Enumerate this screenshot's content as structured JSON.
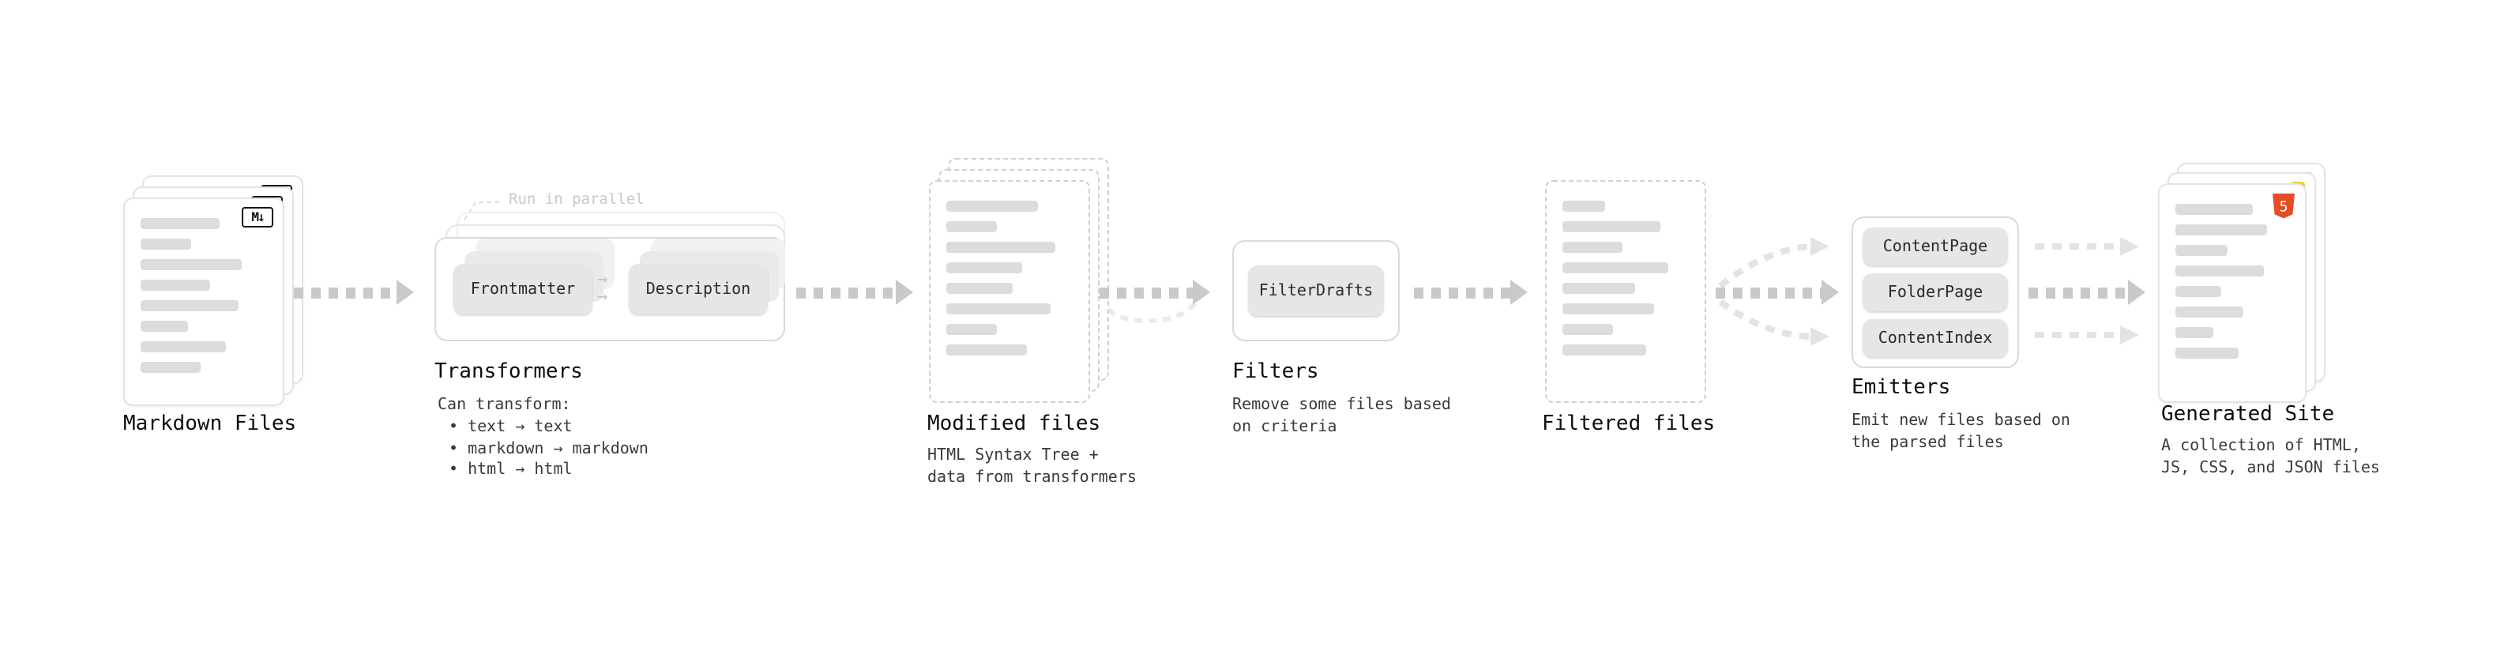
{
  "markdown_files": {
    "label": "Markdown Files",
    "badge": "M↓"
  },
  "transformers": {
    "label": "Transformers",
    "annotation": "Run in parallel",
    "nodes": [
      "Frontmatter",
      "Description"
    ],
    "arrow_glyph": "→",
    "desc_title": "Can transform:",
    "bullets": [
      "• text → text",
      "• markdown → markdown",
      "• html → html"
    ]
  },
  "modified_files": {
    "label": "Modified files",
    "desc": "HTML Syntax Tree +\ndata from transformers"
  },
  "filters": {
    "label": "Filters",
    "nodes": [
      "FilterDrafts"
    ],
    "desc": "Remove some files based\non criteria"
  },
  "filtered_files": {
    "label": "Filtered files"
  },
  "emitters": {
    "label": "Emitters",
    "nodes": [
      "ContentPage",
      "FolderPage",
      "ContentIndex"
    ],
    "desc": "Emit new files based on\nthe parsed files"
  },
  "generated_site": {
    "label": "Generated Site",
    "badge": "5",
    "desc": "A collection of HTML,\nJS, CSS, and JSON files"
  },
  "colors": {
    "arrow": "#c9c9c9",
    "arrow_faint": "#e3e3e3",
    "node_bg": "#e6e6e6",
    "card_border": "#e3e3e3",
    "dashed_border": "#cfcfcf",
    "content_bar": "#dcdcdc",
    "html5_orange": "#e44d26",
    "js_yellow": "#f0cb4c",
    "css_blue": "#4a78d0",
    "annotation_gray": "#c9c9c9"
  }
}
